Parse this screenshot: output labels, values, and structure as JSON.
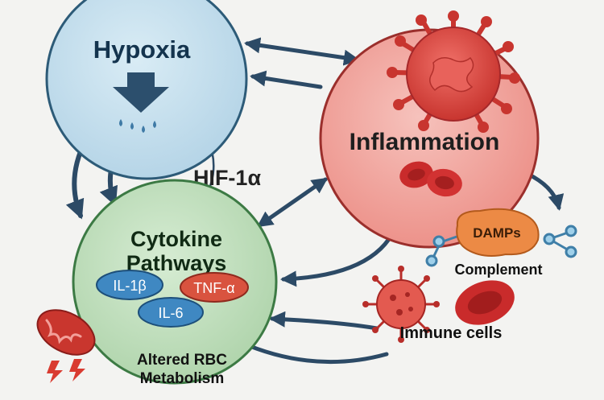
{
  "title": "",
  "nodes": {
    "hypoxia": {
      "label": "Hypoxia"
    },
    "inflammation": {
      "label": "Inflammation"
    },
    "cytokine": {
      "label_line1": "Cytokine",
      "label_line2": "Pathways"
    },
    "hif": {
      "label": "HIF-1α"
    },
    "damps": {
      "label": "DAMPs"
    },
    "complement": {
      "label": "Complement"
    },
    "immune_cells": {
      "label": "Immune cells"
    },
    "rbc_metabolism": {
      "label_line1": "Altered RBC",
      "label_line2": "Metabolism"
    }
  },
  "cytokines": [
    {
      "label": "IL-1β"
    },
    {
      "label": "TNF-α"
    },
    {
      "label": "IL-6"
    }
  ],
  "colors": {
    "hypoxia_fill": "#c6e0ee",
    "hypoxia_stroke": "#2d5b78",
    "inflammation_fill": "#f3aaa2",
    "inflammation_stroke": "#9b2f2c",
    "cytokine_fill": "#c4e2c2",
    "cytokine_stroke": "#3c7a44",
    "arrow": "#2c4a66",
    "pill_blue": "#3f88c2",
    "pill_red": "#d9533f",
    "damps_fill": "#ec8a45",
    "virus_red": "#dd4a42",
    "rbc_red": "#c92b2b"
  }
}
